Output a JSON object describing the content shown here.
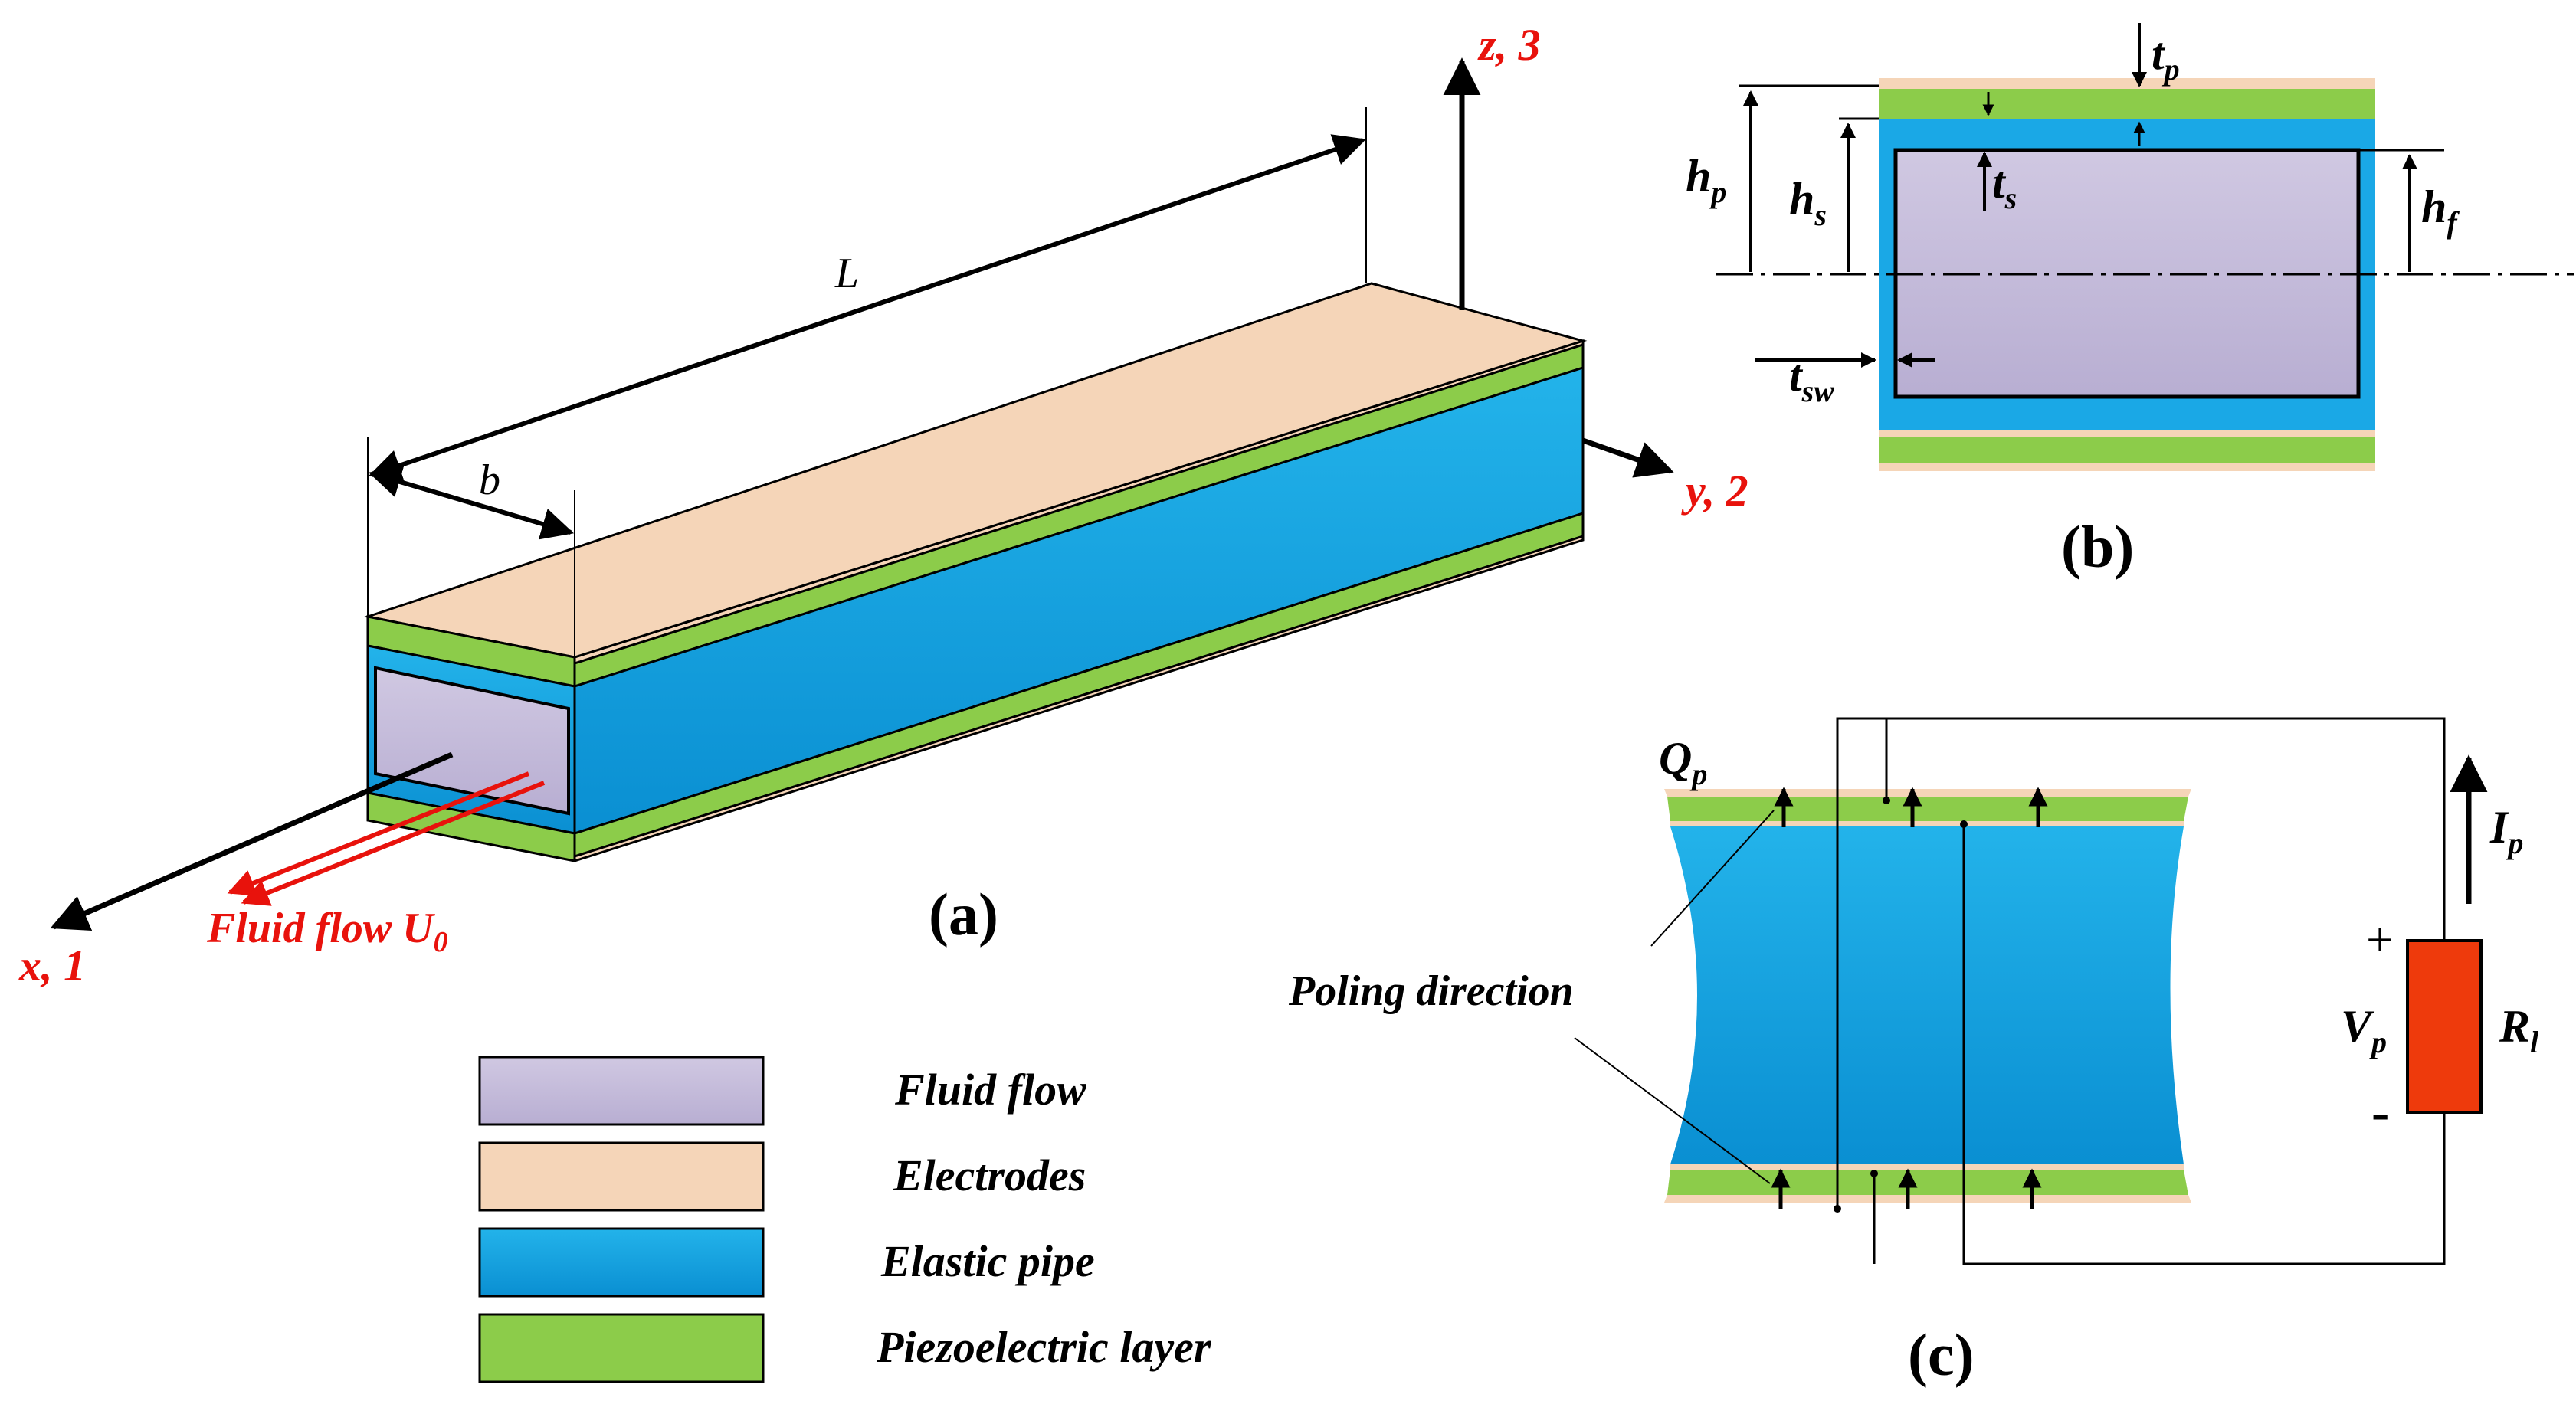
{
  "colors": {
    "fluid": "#c8c0dc",
    "electrode": "#f5d5b8",
    "pipe": "#1aa8e6",
    "piezo": "#8ccc4a",
    "resistor": "#ee3a0c",
    "axis_label": "#e8120c"
  },
  "panel_a": {
    "caption": "(a)",
    "axis_z": "z, 3",
    "axis_y": "y, 2",
    "axis_x": "x, 1",
    "dim_length": "L",
    "dim_width": "b",
    "flow_label": "Fluid flow U",
    "flow_sub": "0"
  },
  "panel_b": {
    "caption": "(b)",
    "hp": "h",
    "hp_sub": "p",
    "hs": "h",
    "hs_sub": "s",
    "hf": "h",
    "hf_sub": "f",
    "tp": "t",
    "tp_sub": "p",
    "ts": "t",
    "ts_sub": "s",
    "tsw": "t",
    "tsw_sub": "sw"
  },
  "panel_c": {
    "caption": "(c)",
    "charge": "Q",
    "charge_sub": "p",
    "current": "I",
    "current_sub": "p",
    "voltage": "V",
    "voltage_sub": "p",
    "resistor": "R",
    "resistor_sub": "l",
    "plus": "+",
    "minus": "-",
    "poling": "Poling direction"
  },
  "legend": [
    {
      "label": "Fluid flow",
      "color_key": "fluid"
    },
    {
      "label": "Electrodes",
      "color_key": "electrode"
    },
    {
      "label": "Elastic pipe",
      "color_key": "pipe"
    },
    {
      "label": "Piezoelectric layer",
      "color_key": "piezo"
    }
  ]
}
